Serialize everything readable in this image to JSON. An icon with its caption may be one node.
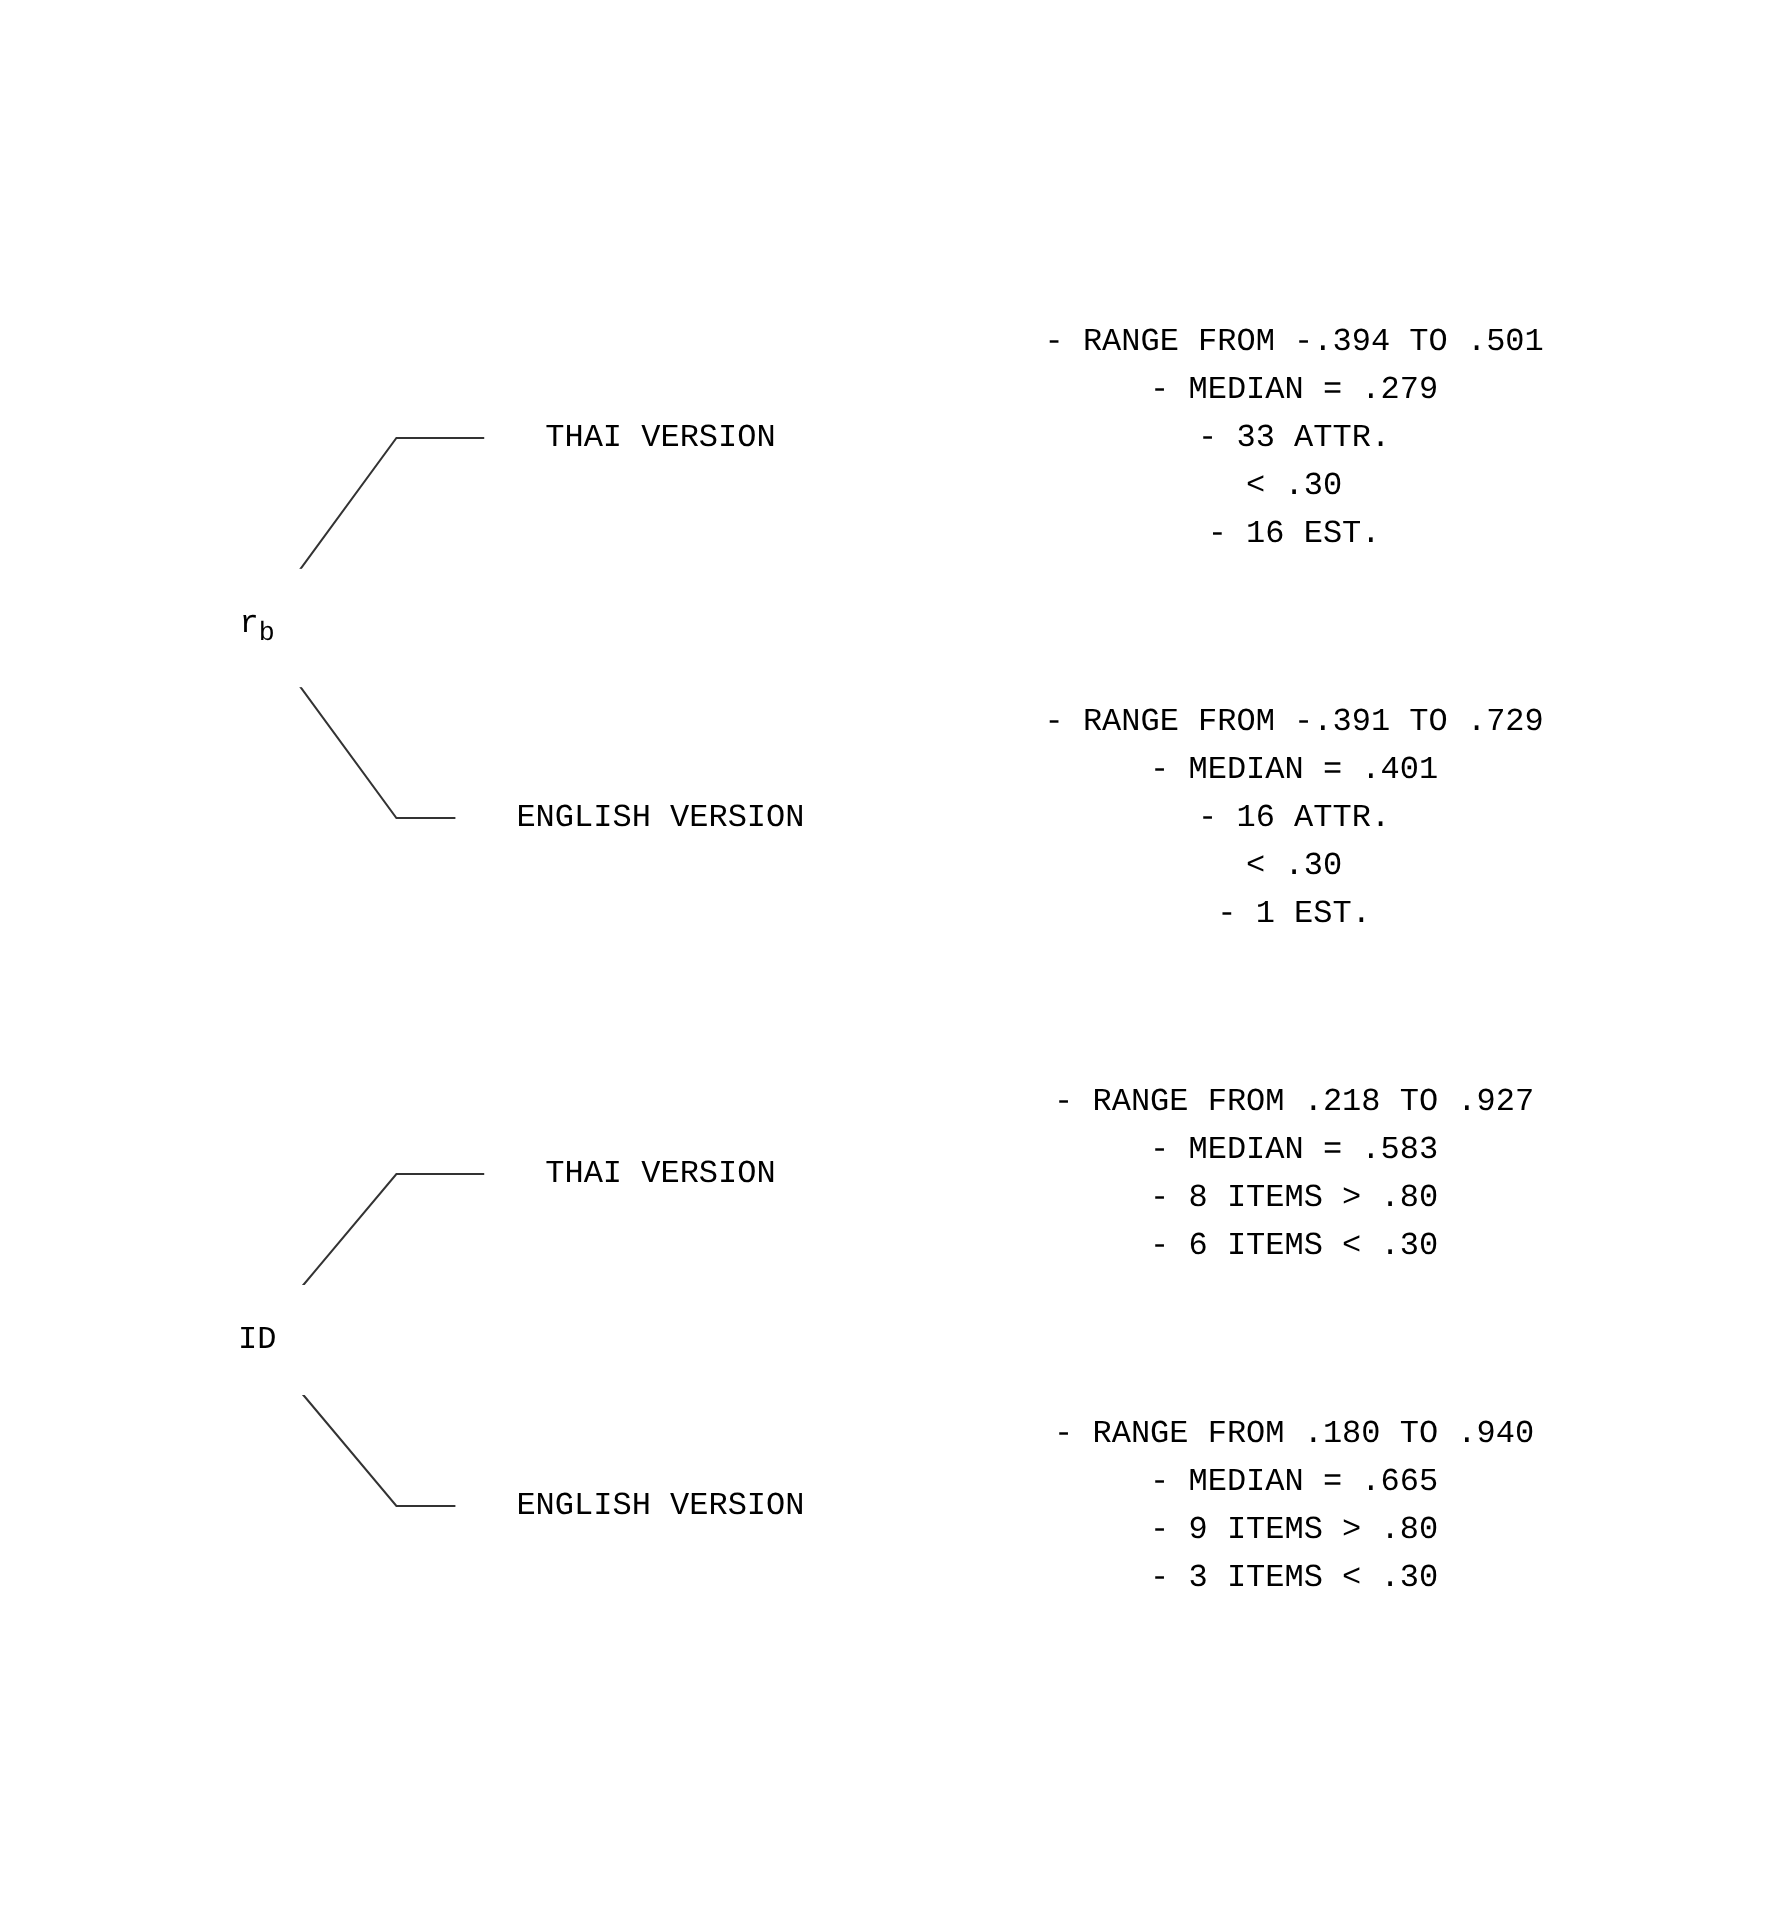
{
  "diagram": {
    "nodes": [
      {
        "text": [
          "r$_{b}$"
        ]
      },
      {
        "text": [
          "THAI VERSION"
        ],
        "beside": [
          "- RANGE FROM -.394 TO .501",
          "- MEDIAN = .279",
          "- 33 ATTR.",
          "< .30",
          "- 16 EST."
        ]
      },
      {
        "text": [
          "ENGLISH VERSION"
        ],
        "beside": [
          "- RANGE FROM -.391 TO .729",
          "- MEDIAN = .401",
          "- 16 ATTR.",
          "< .30",
          "- 1 EST."
        ]
      },
      {
        "text": [
          "ID"
        ]
      },
      {
        "text": [
          "THAI VERSION"
        ],
        "beside": [
          "- RANGE FROM .218 TO .927",
          "- MEDIAN = .583",
          "- 8 ITEMS > .80",
          "- 6 ITEMS < .30"
        ]
      },
      {
        "text": [
          "ENGLISH VERSION"
        ],
        "beside": [
          "- RANGE FROM .180 TO .940",
          "- MEDIAN = .665",
          "- 9 ITEMS > .80",
          "- 3 ITEMS < .30"
        ]
      }
    ],
    "edges": [
      {
        "from": 0,
        "to": 1,
        "arrow": "none"
      },
      {
        "from": 0,
        "to": 2,
        "arrow": "none"
      },
      {
        "from": 3,
        "to": 4,
        "arrow": "none"
      },
      {
        "from": 3,
        "to": 5,
        "arrow": "none"
      }
    ]
  }
}
